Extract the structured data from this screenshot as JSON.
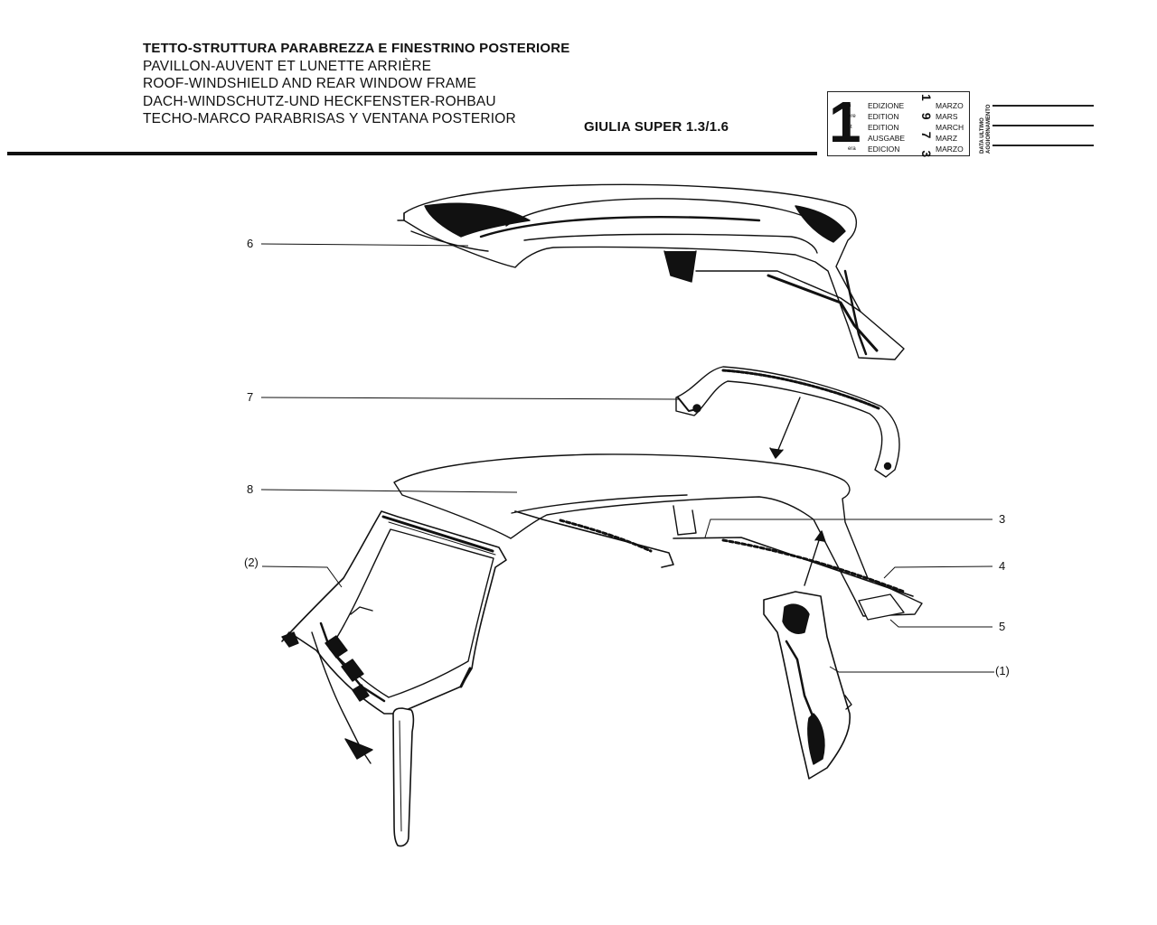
{
  "header": {
    "titles": [
      "TETTO-STRUTTURA PARABREZZA E FINESTRINO POSTERIORE",
      "PAVILLON-AUVENT ET LUNETTE ARRIÈRE",
      "ROOF-WINDSHIELD AND REAR WINDOW FRAME",
      "DACH-WINDSCHUTZ-UND HECKFENSTER-ROHBAU",
      "TECHO-MARCO PARABRISAS Y VENTANA POSTERIOR"
    ],
    "model": "GIULIA SUPER 1.3/1.6"
  },
  "edition_box": {
    "number": "1",
    "suffixes": [
      "a",
      "ere",
      "st",
      ".",
      "era"
    ],
    "labels": [
      "EDIZIONE",
      "EDITION",
      "EDITION",
      "AUSGABE",
      "EDICION"
    ],
    "months": [
      "MARZO",
      "MARS",
      "MARCH",
      "MARZ",
      "MARZO"
    ],
    "year": "1973",
    "vertical_text": [
      "DATA ULTIMO",
      "AGGIORNAMENTO"
    ]
  },
  "callouts": [
    {
      "label": "6"
    },
    {
      "label": "7"
    },
    {
      "label": "8"
    },
    {
      "label": "(2)"
    },
    {
      "label": "3"
    },
    {
      "label": "4"
    },
    {
      "label": "5"
    },
    {
      "label": "(1)"
    }
  ]
}
